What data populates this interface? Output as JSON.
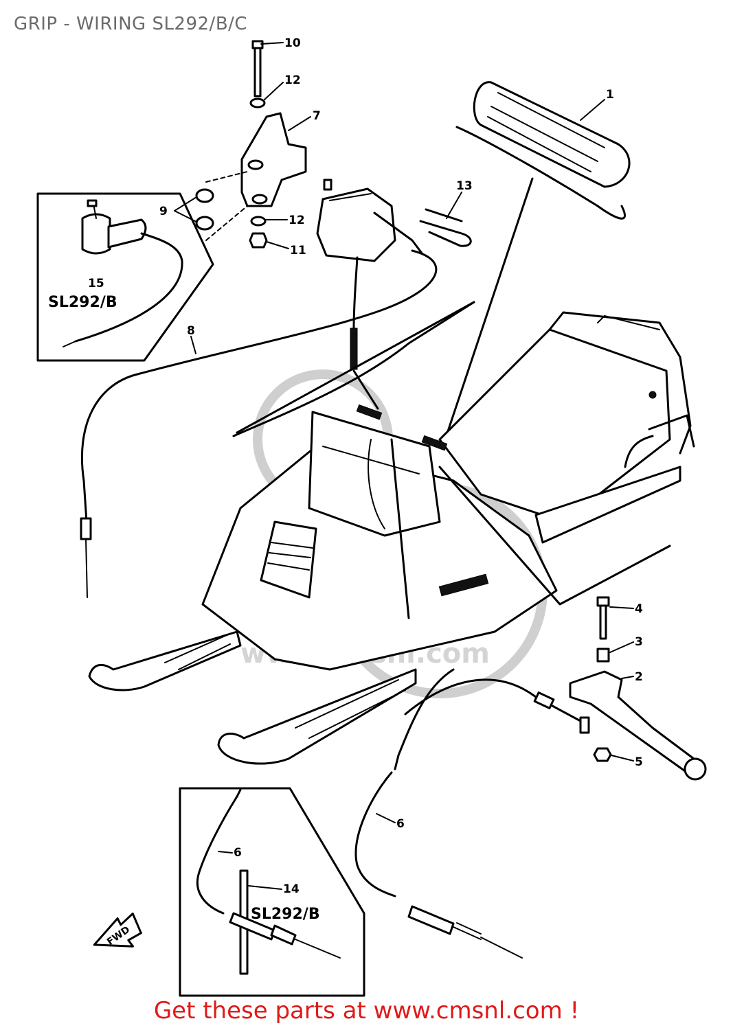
{
  "title": "GRIP - WIRING SL292/B/C",
  "footer": "Get these parts at www.cmsnl.com !",
  "watermark": "www.cmsnl.com",
  "callouts": {
    "c1": "1",
    "c2": "2",
    "c3": "3",
    "c4": "4",
    "c5": "5",
    "c6": "6",
    "c6b": "6",
    "c7": "7",
    "c8": "8",
    "c9": "9",
    "c10": "10",
    "c11": "11",
    "c12a": "12",
    "c12b": "12",
    "c13": "13",
    "c14": "14",
    "c15": "15"
  },
  "inset_top_label": "SL292/B",
  "inset_bottom_label": "SL292/B",
  "direction_mark": "FWD",
  "colors": {
    "title": "#6b6b6b",
    "footer": "#e01919",
    "line": "#000000",
    "watermark": "#cfcfcf"
  }
}
